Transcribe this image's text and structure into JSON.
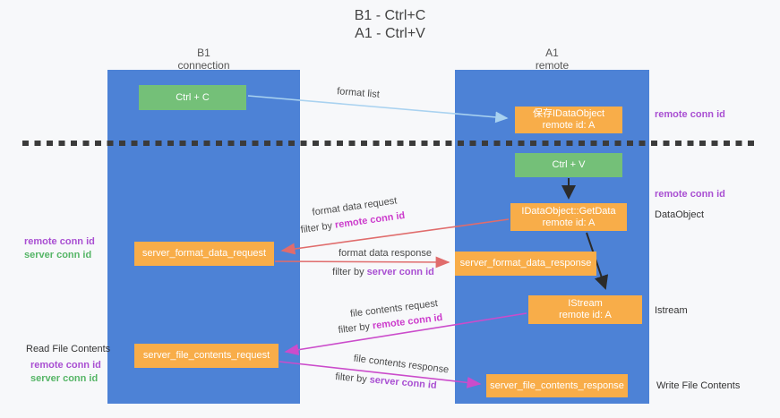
{
  "title": {
    "line1": "B1 - Ctrl+C",
    "line2": "A1 - Ctrl+V"
  },
  "columns": {
    "left": {
      "name": "B1",
      "role": "connection"
    },
    "right": {
      "name": "A1",
      "role": "remote"
    }
  },
  "nodes": {
    "ctrl_c": "Ctrl + C",
    "ctrl_v": "Ctrl + V",
    "save_dataobject": {
      "line1": "保存IDataObject",
      "line2": "remote id: A"
    },
    "getdata": {
      "line1": "IDataObject::GetData",
      "line2": "remote id: A"
    },
    "istream": {
      "line1": "IStream",
      "line2": "remote id: A"
    },
    "format_request": "server_format_data_request",
    "format_response": "server_format_data_response",
    "file_request": "server_file_contents_request",
    "file_response": "server_file_contents_response"
  },
  "arrow_labels": {
    "format_list": "format list",
    "format_data_request": "format data request",
    "format_data_response": "format data response",
    "file_contents_request": "file contents request",
    "file_contents_response": "file contents response",
    "filter_by": "filter by ",
    "remote_conn_id": "remote conn id",
    "server_conn_id": "server conn id"
  },
  "side_labels": {
    "remote_conn_id": "remote conn id",
    "server_conn_id": "server conn id",
    "dataobject": "DataObject",
    "istream": "Istream",
    "read_file_contents": "Read File Contents",
    "write_file_contents": "Write File Contents"
  },
  "colors": {
    "blue": "#4d82d6",
    "orange": "#f8ad49",
    "green": "#74c078",
    "red": "#e06c6c",
    "magenta": "#cb4ccb",
    "lightblue": "#a9d2f0",
    "purple": "#a94fd2",
    "magenta_text": "#cc3ccc",
    "green_text": "#55b566"
  }
}
